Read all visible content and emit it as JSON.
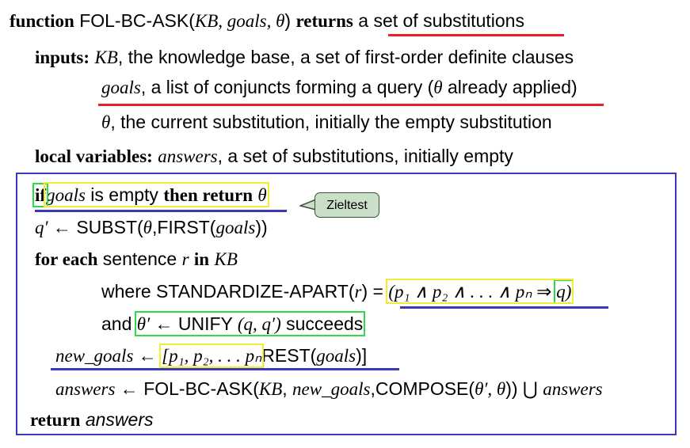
{
  "header": {
    "kw_function": "function",
    "fn_name": "FOL-BC-ASK(",
    "fn_args": "KB, goals, θ",
    "fn_close": ")",
    "kw_returns": "returns",
    "returns_text": "a set of substitutions"
  },
  "inputs": {
    "label": "inputs:",
    "kb_var": "KB",
    "kb_desc": ", the knowledge base, a set of first-order definite clauses",
    "goals_var": "goals",
    "goals_desc_1": ", a list of conjuncts forming a query (",
    "theta": "θ",
    "goals_desc_2": " already applied)",
    "theta_var": "θ",
    "theta_desc": ", the current substitution, initially the empty substitution"
  },
  "locals": {
    "label": "local variables:",
    "answers_var": "answers",
    "answers_desc": ", a set of substitutions, initially empty"
  },
  "body": {
    "kw_if": "if",
    "goals_var": "goals",
    "is_empty": " is empty ",
    "then_return": "then return",
    "theta": "θ",
    "line2_lhs": "q′",
    "line2_arrow": " ← ",
    "line2_subst": "SUBST(",
    "line2_theta": "θ",
    "line2_first": ",FIRST(",
    "line2_goals": "goals",
    "line2_close": "))",
    "kw_for_each": "for each",
    "sentence_text": " sentence ",
    "r_var": "r",
    "kw_in": "in",
    "kb_var": "KB",
    "where_text": "where STANDARDIZE-APART(",
    "where_r": "r",
    "where_eq": ") = ",
    "premise": "(p₁ ∧ p₂ ∧ . . . ∧ pₙ",
    "implies": " ⇒ ",
    "conclusion": "q)",
    "and_text": "and ",
    "unify_lhs": "θ′",
    "unify_mid": " ← UNIFY ",
    "unify_args": "(q, q′)",
    "unify_tail": " succeeds",
    "new_goals_var": "new_goals",
    "new_goals_arrow": " ← ",
    "new_goals_list": "[p₁, p₂, . . . pₙ",
    "rest_text": "REST(",
    "rest_goals": "goals",
    "rest_close": ")]",
    "ans_lhs": "answers",
    "ans_arrow": " ← ",
    "ans_call": "FOL-BC-ASK(",
    "ans_kb": "KB",
    "ans_comma": ", ",
    "ans_newgoals": "new_goals",
    "ans_compose": ",COMPOSE(",
    "ans_theta_args": "θ′, θ",
    "ans_close": "))",
    "ans_union": " ⋃ ",
    "ans_rhs": "answers",
    "kw_return": "return",
    "return_value": "answers"
  },
  "callout": {
    "label": "Zieltest"
  },
  "colors": {
    "red_underline": "#e8202a",
    "blue_underline": "#3a3ab8",
    "yellow_box": "#f2ee2e",
    "green_box": "#2ed94a",
    "callout_fill": "#c9dfc7"
  }
}
